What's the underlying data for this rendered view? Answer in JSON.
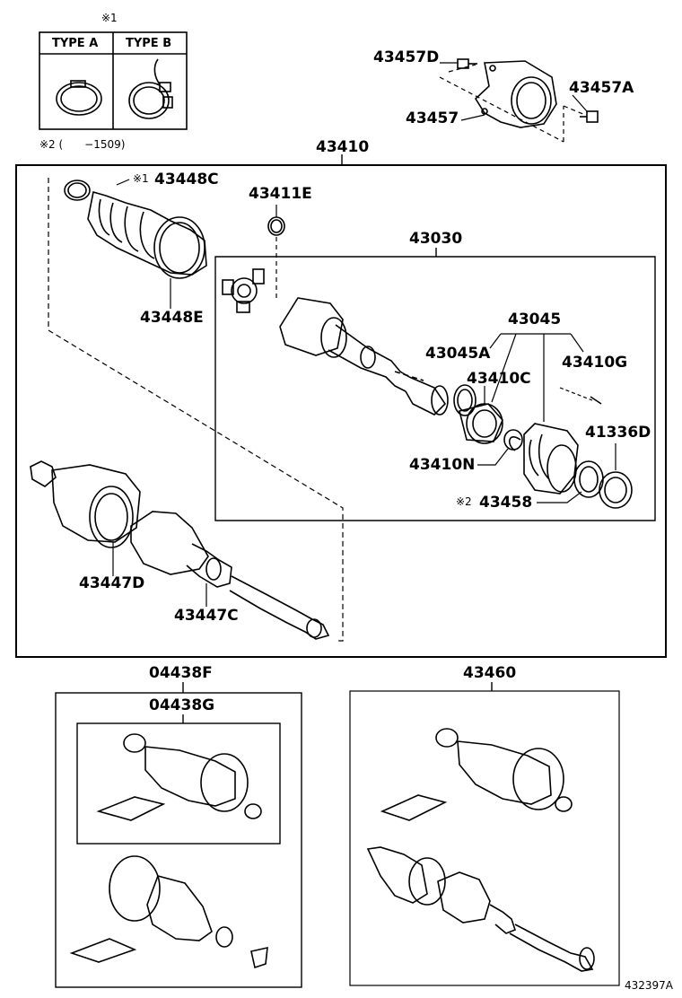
{
  "legend": {
    "note1": "※1",
    "type_a": "TYPE A",
    "type_b": "TYPE B",
    "note2": "※2 (　　−1509)"
  },
  "parts": {
    "p43457D": "43457D",
    "p43457A": "43457A",
    "p43457": "43457",
    "p43410": "43410",
    "p43448C": "43448C",
    "p43448C_mark": "※1",
    "p43411E": "43411E",
    "p43030": "43030",
    "p43448E": "43448E",
    "p43045": "43045",
    "p43045A": "43045A",
    "p43410G": "43410G",
    "p43410C": "43410C",
    "p41336D": "41336D",
    "p43410N": "43410N",
    "p43458": "43458",
    "p43458_mark": "※2",
    "p43447D": "43447D",
    "p43447C": "43447C",
    "p04438F": "04438F",
    "p04438G": "04438G",
    "p43460": "43460"
  },
  "footer": {
    "diagram_id": "432397A"
  }
}
